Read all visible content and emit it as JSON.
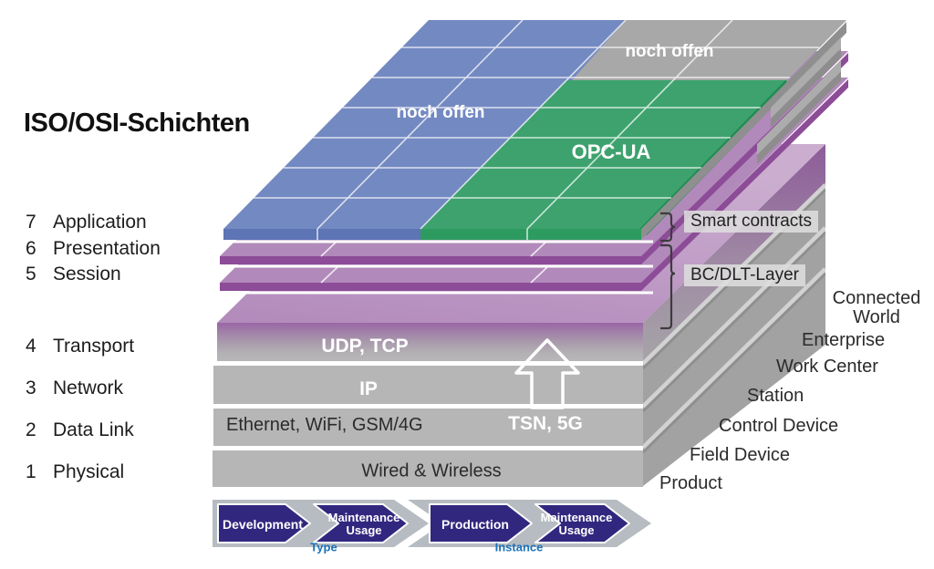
{
  "title": "ISO/OSI-Schichten",
  "osi_layers": [
    {
      "num": "7",
      "label": "Application"
    },
    {
      "num": "6",
      "label": "Presentation"
    },
    {
      "num": "5",
      "label": "Session"
    },
    {
      "num": "4",
      "label": "Transport"
    },
    {
      "num": "3",
      "label": "Network"
    },
    {
      "num": "2",
      "label": "Data Link"
    },
    {
      "num": "1",
      "label": "Physical"
    }
  ],
  "stack": {
    "blue_top_label": "noch offen",
    "gray_top_label": "noch offen",
    "opcua_label": "OPC-UA",
    "transport_label": "UDP, TCP",
    "network_label": "IP",
    "datalink_label": "Ethernet, WiFi, GSM/4G",
    "physical_label": "Wired & Wireless",
    "upgrade_label": "TSN, 5G"
  },
  "annotations": {
    "smart_contracts": "Smart contracts",
    "bc_dlt": "BC/DLT-Layer"
  },
  "hierarchy_levels": [
    "Connected World",
    "Enterprise",
    "Work Center",
    "Station",
    "Control Device",
    "Field Device",
    "Product"
  ],
  "lifecycle": {
    "type": {
      "label": "Type",
      "steps": [
        "Development",
        "Maintenance Usage"
      ]
    },
    "instance": {
      "label": "Instance",
      "steps": [
        "Production",
        "Maintenance Usage"
      ]
    }
  },
  "colors": {
    "blue_layer": "#7389c1",
    "gray_layer_top": "#a8a8a8",
    "green_layer": "#3da26e",
    "purple_layer": "#b189ba",
    "purple_edge": "#8c4c97",
    "gray_front": "#b6b6b6",
    "lifecycle_arrow": "#32277f",
    "lifecycle_banner": "#b6bcc1",
    "lifecycle_tag": "#1d72b8"
  }
}
